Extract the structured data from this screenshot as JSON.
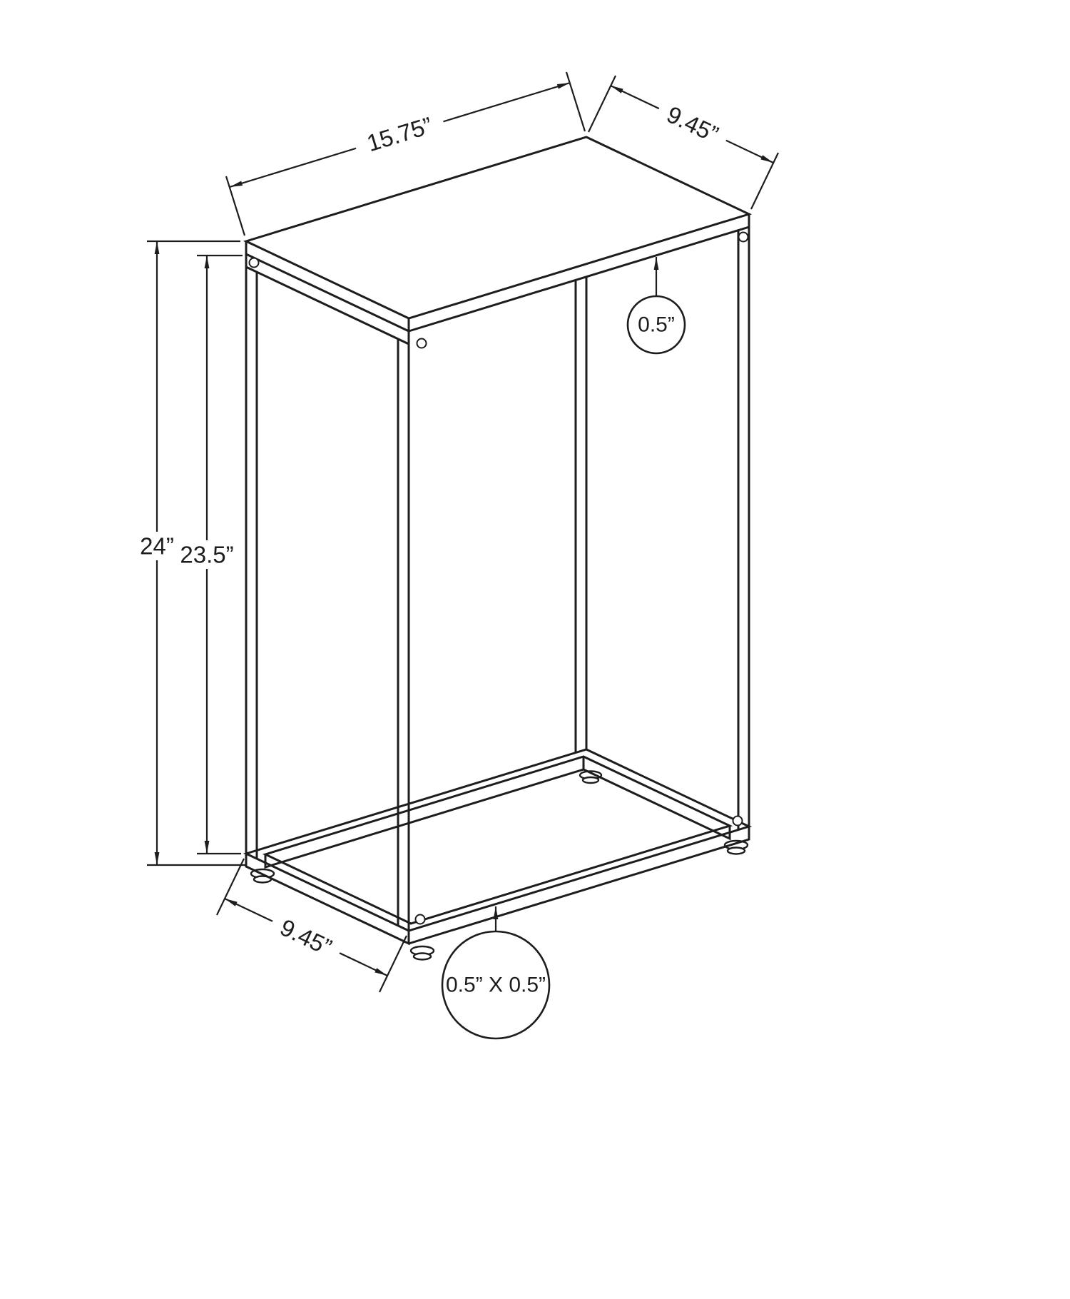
{
  "page": {
    "background": "#ffffff",
    "line_color": "#1d1d1d"
  },
  "drawing": {
    "subject": "C-shaped accent side table — dimensioned technical line drawing",
    "view": "isometric",
    "labels": {
      "top_length": "15.75”",
      "top_depth": "9.45”",
      "overall_height": "24”",
      "frame_height": "23.5”",
      "top_thickness": "0.5”",
      "base_depth": "9.45”",
      "tube_size": "0.5” X 0.5”"
    }
  }
}
